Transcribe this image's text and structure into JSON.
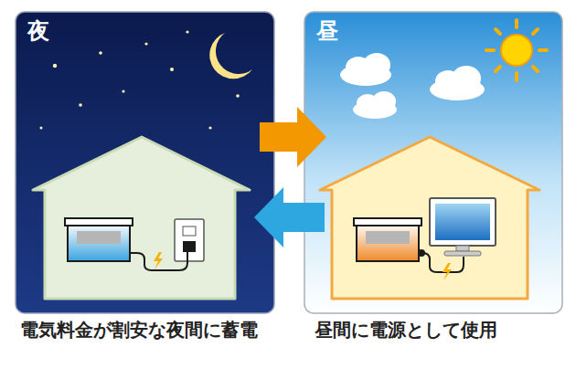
{
  "diagram": {
    "nodes": [
      {
        "text": [
          "夜"
        ]
      },
      {
        "text": [
          "昼"
        ]
      }
    ],
    "edges": [
      {
        "from": 0,
        "to": 1,
        "arrow": "to"
      },
      {
        "from": 1,
        "to": 0,
        "arrow": "to"
      }
    ],
    "labels": [
      "電気料金が割安な夜間に蓄電",
      "昼間に電源として使用"
    ]
  }
}
